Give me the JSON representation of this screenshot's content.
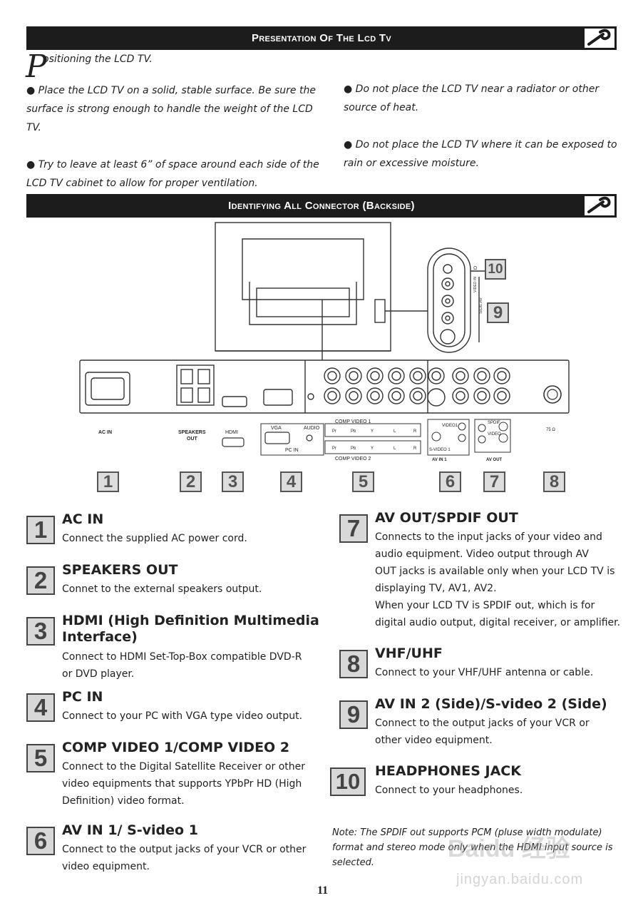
{
  "section1": {
    "title": "Presentation Of The Lcd Tv",
    "dropcap": "P",
    "heading_rest": "ositioning the LCD TV.",
    "bullets_left": [
      [
        "● Place the LCD TV on a solid, stable surface. Be sure the",
        "surface is strong enough to handle the weight of the LCD",
        "TV."
      ],
      [
        "● Try to leave at least 6” of space around each side of the",
        "LCD TV cabinet to allow for proper ventilation."
      ]
    ],
    "bullets_right": [
      [
        "● Do not place the LCD TV near a radiator or other",
        "source of   heat."
      ],
      [
        "● Do not place the LCD TV where it can be exposed to",
        "rain or excessive moisture."
      ]
    ]
  },
  "section2": {
    "title": "Identifying All Connector (Backside)"
  },
  "diagram": {
    "labels": {
      "ac_in": "AC IN",
      "speakers_out": [
        "SPEAKERS",
        "OUT"
      ],
      "hdmi": "HDMI",
      "vga": "VGA",
      "audio": "AUDIO",
      "pc_in": "PC IN",
      "comp_video_1": "COMP VIDEO 1",
      "comp_video_2": "COMP VIDEO 2",
      "comp_jacks": [
        "Pr",
        "Pb",
        "Y",
        "L",
        "R"
      ],
      "video1": "VIDEO1",
      "s_video1": "S-VIDEO 1",
      "av_in_1": "AV IN 1",
      "spdif": "SPDIF",
      "video": "VIDEO",
      "av_out": "AV OUT",
      "antenna": "75 Ω",
      "side_av": "SIDE AV",
      "video_in": "VIDEO IN",
      "l": "L",
      "r": "R"
    },
    "callouts": [
      "1",
      "2",
      "3",
      "4",
      "5",
      "6",
      "7",
      "8",
      "9",
      "10"
    ]
  },
  "items": [
    {
      "num": "1",
      "title": "AC IN",
      "lines": [
        "Connect the supplied AC power cord."
      ]
    },
    {
      "num": "2",
      "title": "SPEAKERS OUT",
      "lines": [
        "Connet to the external speakers output."
      ]
    },
    {
      "num": "3",
      "title": [
        "HDMI (High Definition Multimedia",
        "Interface)"
      ],
      "lines": [
        "Connect to HDMI Set-Top-Box compatible DVD-R",
        "or DVD player."
      ]
    },
    {
      "num": "4",
      "title": "PC IN",
      "lines": [
        "Connect to your PC with VGA type video output."
      ]
    },
    {
      "num": "5",
      "title": "COMP VIDEO 1/COMP VIDEO 2",
      "lines": [
        "Connect to the Digital Satellite Receiver or other",
        "video equipments that supports YPbPr HD (High",
        "Definition) video format."
      ]
    },
    {
      "num": "6",
      "title": "AV IN 1/ S-video 1",
      "lines": [
        "Connect to the output jacks of your VCR or other",
        "video equipment."
      ]
    },
    {
      "num": "7",
      "title": "AV OUT/SPDIF OUT",
      "lines": [
        "Connects to the input jacks of your video and",
        "audio equipment. Video output through AV",
        "OUT jacks is available only when your LCD TV is",
        "displaying TV, AV1, AV2.",
        "When your LCD TV is SPDIF out, which is for",
        "digital audio output, digital receiver, or amplifier."
      ]
    },
    {
      "num": "8",
      "title": "VHF/UHF",
      "lines": [
        "Connect to your VHF/UHF antenna or cable."
      ]
    },
    {
      "num": "9",
      "title": "AV IN 2 (Side)/S-video 2 (Side)",
      "lines": [
        "Connect to the output jacks of your VCR or",
        "other video equipment."
      ]
    },
    {
      "num": "10",
      "title": "HEADPHONES JACK",
      "lines": [
        "Connect to your headphones."
      ]
    }
  ],
  "note": [
    "Note: The SPDIF out supports PCM (pluse width modulate)",
    "format and stereo mode only when the HDMI input source is",
    "selected."
  ],
  "page_number": "11",
  "watermark": [
    "Baidu 经验",
    "jingyan.baidu.com"
  ]
}
